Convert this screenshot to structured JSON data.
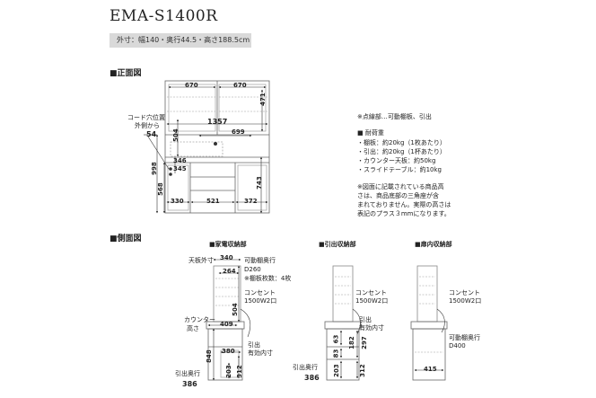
{
  "header": {
    "model": "EMA-S1400R",
    "size_text": "外寸：幅140・奥行44.5・高さ188.5cm"
  },
  "front": {
    "title": "■正面図",
    "dims": {
      "upper_left": "670",
      "upper_right": "670",
      "upper_h": "471",
      "inner_w": "1357",
      "mid_w": "699",
      "mid_h": "504",
      "total_h": "998",
      "lower_h": "568",
      "cord_h1": "346",
      "cord_h2": "345",
      "right_h": "743",
      "bottom_l": "330",
      "bottom_m": "521",
      "bottom_r": "372"
    },
    "cord_label": [
      "コード穴位置",
      "外側から",
      "54"
    ]
  },
  "notes": {
    "movable": "※点線部…可動棚板、引出",
    "load_title": "■ 耐荷重",
    "load_items": [
      "・棚板：約20kg（1枚あたり）",
      "・引出：約20kg（1杯あたり）",
      "・カウンター天板：約50kg",
      "・スライドテーブル：約10kg"
    ],
    "disclaimer": [
      "※図面に記載されている商品高",
      "さは、商品底部の三角座が含",
      "まれておりません。実際の高さは",
      "表記のプラス３mmになります。"
    ]
  },
  "side": {
    "title": "■側面図",
    "appliance": {
      "title": "■家電収納部",
      "top_out": "天板外寸",
      "w340": "340",
      "d264": "264",
      "shelf_depth": "可動棚奥行",
      "d260": "D260",
      "shelf_count": "※棚板枚数：4枚",
      "outlet": "コンセント",
      "outlet_spec": "1500W2口",
      "h504": "504",
      "d409": "409",
      "counter": "カウンター",
      "counter2": "高さ",
      "d380": "380",
      "drawer_in1": "引出",
      "drawer_in2": "有効内寸",
      "h848": "848",
      "h203": "203",
      "h312": "312",
      "drawer_depth": "引出奥行",
      "d386": "386"
    },
    "drawer": {
      "title": "■引出収納部",
      "outlet": "コンセント",
      "outlet_spec": "1500W2口",
      "drawer_in1": "引出",
      "drawer_in2": "有効内寸",
      "h63": "63",
      "h83": "83",
      "h203": "203",
      "h312": "312",
      "h297": "297",
      "h182": "182",
      "drawer_depth": "引出奥行",
      "d386": "386"
    },
    "cabinet": {
      "title": "■扉内収納部",
      "outlet": "コンセント",
      "outlet_spec": "1500W2口",
      "shelf_depth": "可動棚奥行",
      "d400": "D400",
      "d415": "415"
    }
  }
}
